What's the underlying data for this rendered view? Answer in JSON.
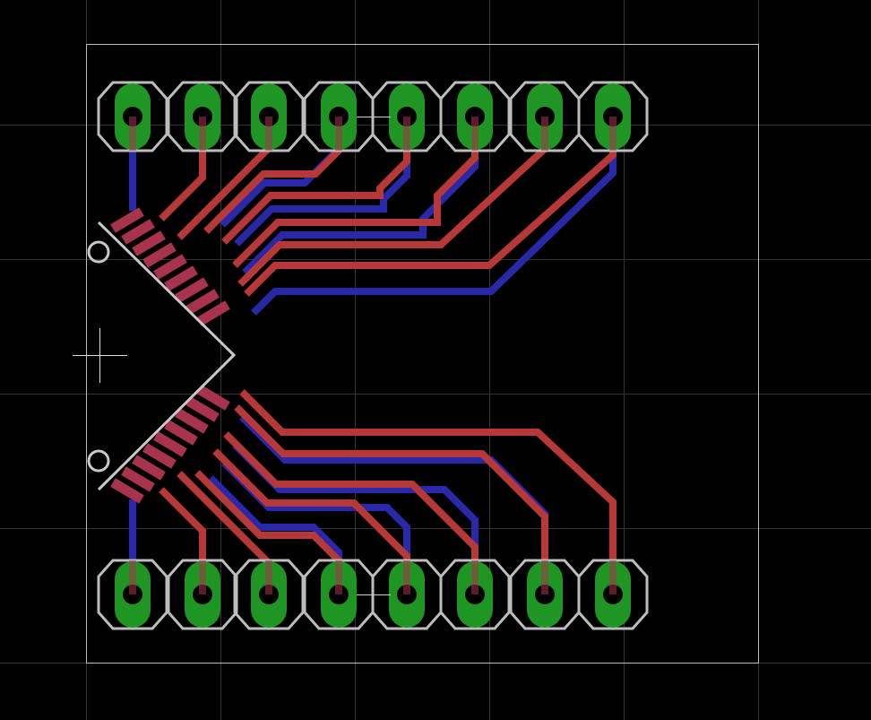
{
  "editor": {
    "view": "board-layout",
    "background_color": "#000000",
    "grid_color": "#3a3a3a",
    "grid_visible": true,
    "board_outline_color": "#bdbdbd"
  },
  "layers": {
    "top_copper": {
      "color": "#a8334c"
    },
    "bottom_copper": {
      "color": "#2828a8"
    },
    "top_copper_light": {
      "color": "#b63838"
    },
    "pad_fill": {
      "color": "#1f9624"
    },
    "pad_outline": {
      "color": "#bdbdbd"
    },
    "silkscreen": {
      "color": "#c8c8c8"
    }
  },
  "icons": {
    "origin_crosshair": "crosshair-icon",
    "pin1_marker": "pin-one-marker-icon"
  },
  "headers": {
    "top_row": {
      "pin_count": 8
    },
    "bottom_row": {
      "pin_count": 8
    }
  },
  "chip": {
    "package": "qfp-diagonal",
    "pin_markers": 2
  }
}
